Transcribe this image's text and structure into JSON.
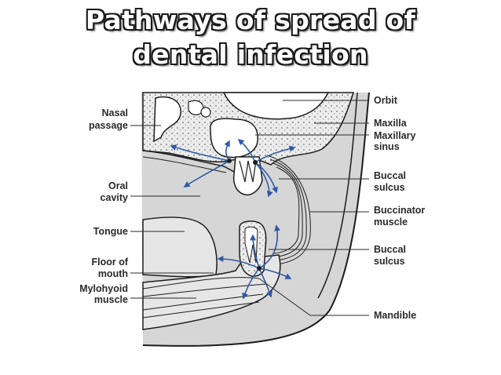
{
  "title": {
    "line1": "Pathways of spread of",
    "line2": "dental infection"
  },
  "labels": {
    "left": {
      "nasal_passage": [
        "Nasal",
        "passage"
      ],
      "oral_cavity": [
        "Oral",
        "cavity"
      ],
      "tongue": [
        "Tongue"
      ],
      "floor_of_mouth": [
        "Floor of",
        "mouth"
      ],
      "mylohyoid_muscle": [
        "Mylohyoid",
        "muscle"
      ]
    },
    "right": {
      "orbit": [
        "Orbit"
      ],
      "maxilla": [
        "Maxilla"
      ],
      "maxillary_sinus": [
        "Maxillary",
        "sinus"
      ],
      "buccal_sulcus_upper": [
        "Buccal",
        "sulcus"
      ],
      "buccinator_muscle": [
        "Buccinator",
        "muscle"
      ],
      "buccal_sulcus_lower": [
        "Buccal",
        "sulcus"
      ],
      "mandible": [
        "Mandible"
      ]
    }
  },
  "colors": {
    "arrow": "#2f5aa8",
    "outline": "#1c1c1c",
    "tissue": "#d2d2d2",
    "bone": "#e9e9e9"
  }
}
